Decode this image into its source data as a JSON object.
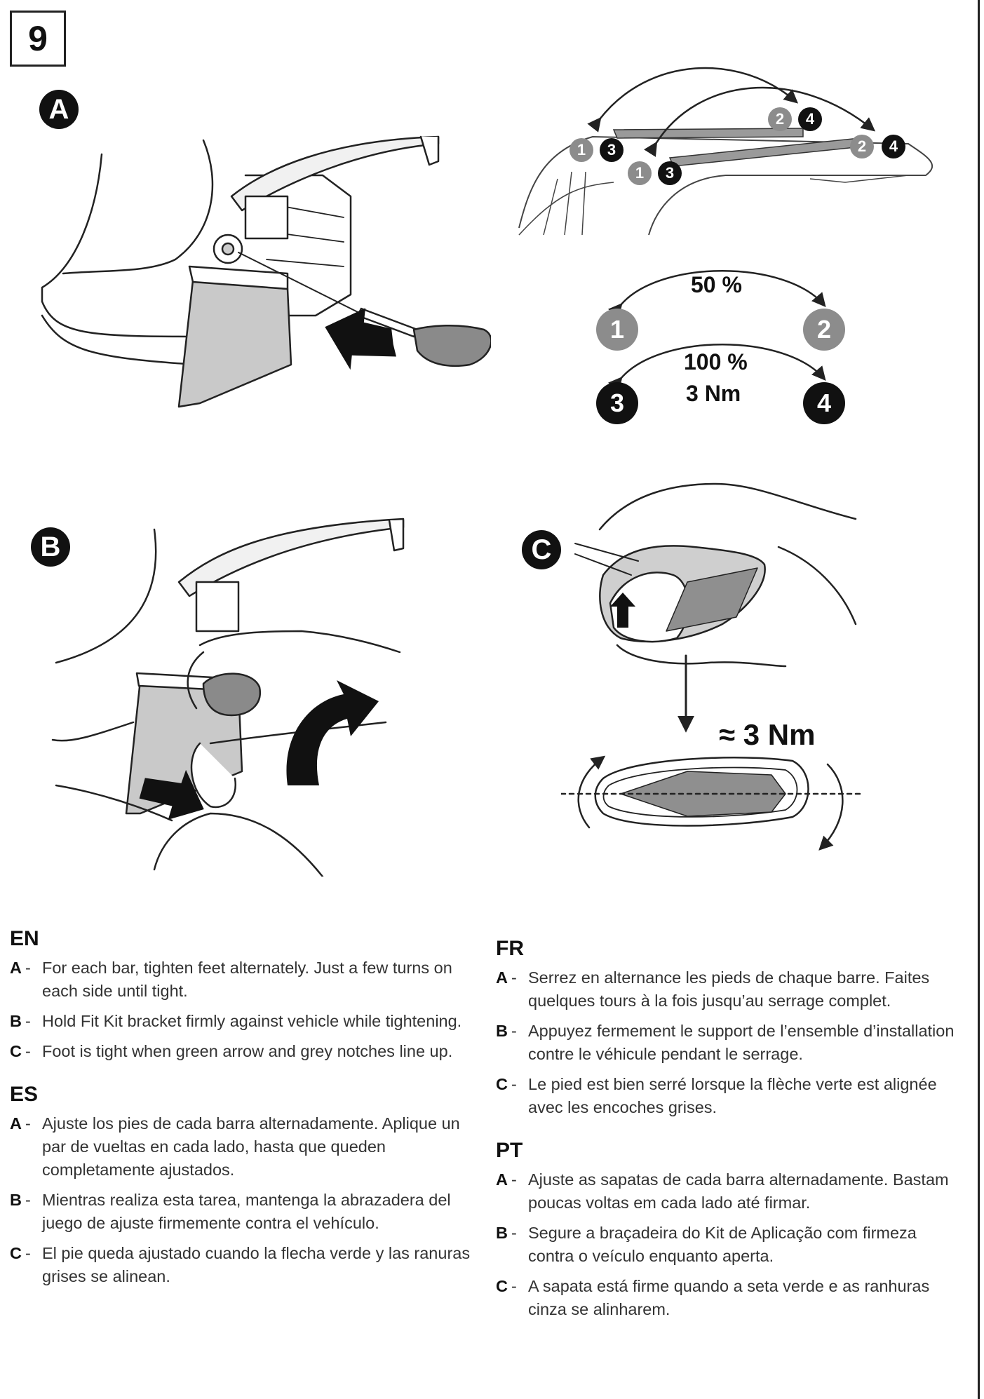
{
  "step_number": "9",
  "panels": {
    "a": {
      "badge": "A"
    },
    "b": {
      "badge": "B"
    },
    "c": {
      "badge": "C",
      "torque_label": "≈ 3 Nm"
    }
  },
  "sequence": {
    "first_pass_label": "50 %",
    "second_pass_label": "100 %",
    "second_pass_torque": "3 Nm",
    "feet": [
      "1",
      "2",
      "3",
      "4"
    ]
  },
  "sections": {
    "en": {
      "code": "EN",
      "items": [
        {
          "key": "A",
          "text": "For each bar, tighten feet alternately. Just a few turns on each side until tight."
        },
        {
          "key": "B",
          "text": "Hold Fit Kit bracket firmly against vehicle while tightening."
        },
        {
          "key": "C",
          "text": "Foot is tight when green arrow and grey notches line up."
        }
      ]
    },
    "es": {
      "code": "ES",
      "items": [
        {
          "key": "A",
          "text": "Ajuste los pies de cada barra alternadamente. Aplique un par de vueltas en cada lado, hasta que queden completamente ajustados."
        },
        {
          "key": "B",
          "text": "Mientras realiza esta tarea, mantenga la abrazadera del juego de ajuste firmemente contra el vehículo."
        },
        {
          "key": "C",
          "text": "El pie queda ajustado cuando la flecha verde y las ranuras grises se alinean."
        }
      ]
    },
    "fr": {
      "code": "FR",
      "items": [
        {
          "key": "A",
          "text": "Serrez en alternance les pieds de chaque barre. Faites quelques tours à la fois jusqu’au serrage complet."
        },
        {
          "key": "B",
          "text": "Appuyez fermement le support de l’ensemble d’installation contre le véhicule pendant le serrage."
        },
        {
          "key": "C",
          "text": "Le pied est bien serré lorsque la flèche verte est alignée avec les encoches grises."
        }
      ]
    },
    "pt": {
      "code": "PT",
      "items": [
        {
          "key": "A",
          "text": "Ajuste as sapatas de cada barra alternadamente. Bastam poucas voltas em cada lado até firmar."
        },
        {
          "key": "B",
          "text": "Segure a braçadeira do Kit de Aplicação com firmeza contra o veículo enquanto aperta."
        },
        {
          "key": "C",
          "text": "A sapata está firme quando a seta verde e as ranhuras cinza se alinharem."
        }
      ]
    }
  }
}
